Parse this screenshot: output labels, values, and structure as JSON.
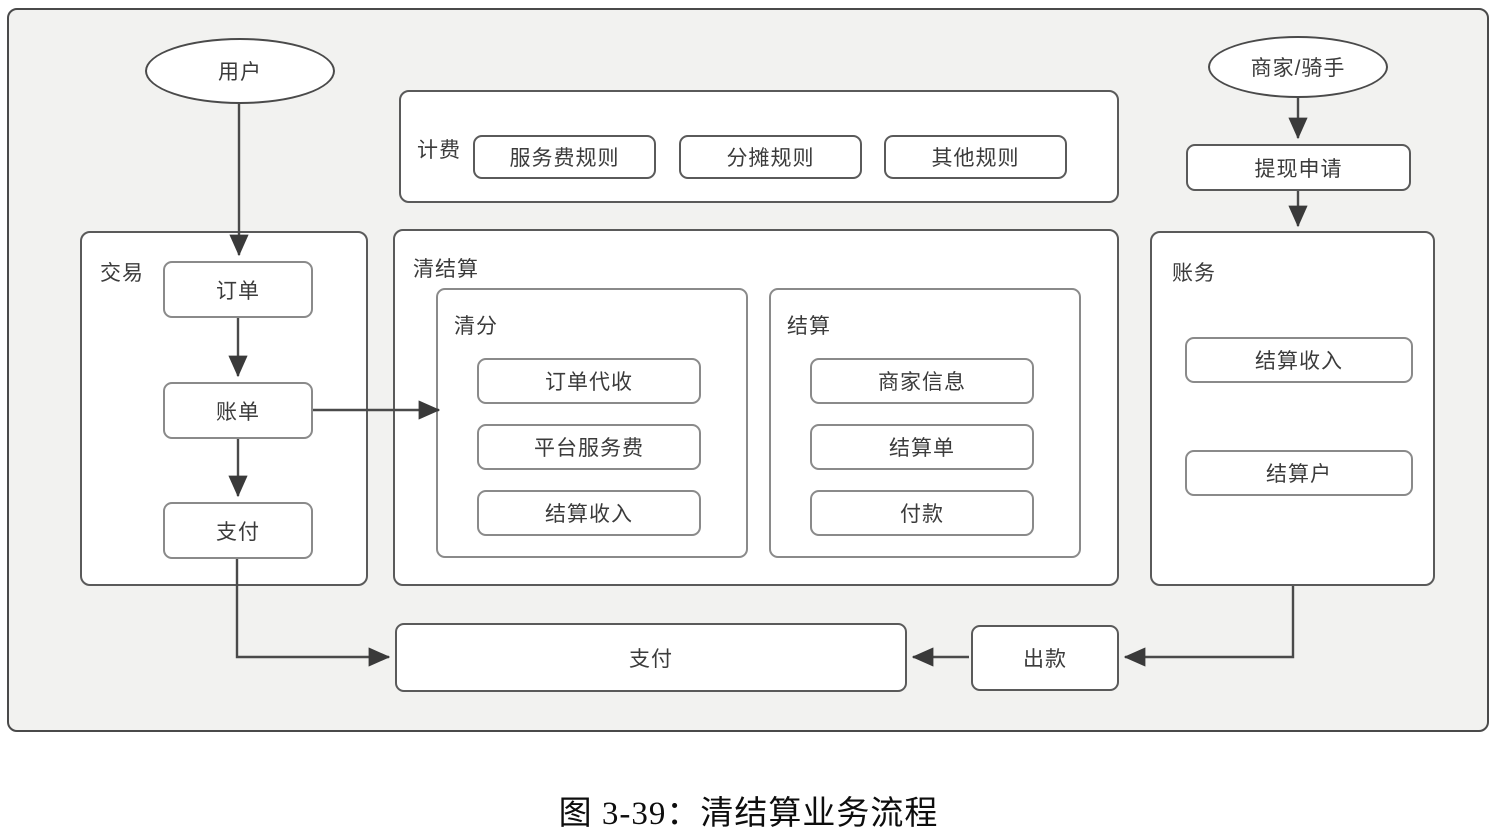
{
  "caption": "图 3-39：清结算业务流程",
  "colors": {
    "frame_bg": "#f2f2f0",
    "frame_border": "#4a4a4a",
    "node_border": "#5a5a5a",
    "inner_border": "#8a8a8a",
    "node_bg": "#ffffff",
    "text": "#3b3b3b",
    "connector": "#4a4a4a"
  },
  "actors": {
    "user": "用户",
    "merchant_rider": "商家/骑手"
  },
  "billing_panel": {
    "title": "计费",
    "rules": [
      "服务费规则",
      "分摊规则",
      "其他规则"
    ]
  },
  "transaction_panel": {
    "title": "交易",
    "steps": [
      "订单",
      "账单",
      "支付"
    ]
  },
  "clearing_panel": {
    "title": "清结算",
    "subpanels": [
      {
        "title": "清分",
        "items": [
          "订单代收",
          "平台服务费",
          "结算收入"
        ]
      },
      {
        "title": "结算",
        "items": [
          "商家信息",
          "结算单",
          "付款"
        ]
      }
    ]
  },
  "accounting_panel": {
    "title": "账务",
    "items": [
      "结算收入",
      "结算户"
    ],
    "withdraw_request": "提现申请"
  },
  "bottom": {
    "payment": "支付",
    "payout": "出款"
  }
}
